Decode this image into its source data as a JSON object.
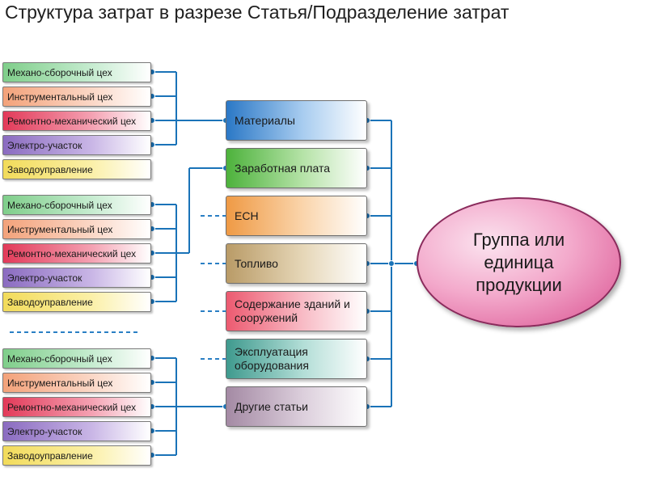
{
  "title": "Структура затрат в разрезе Статья/Подразделение затрат",
  "departments": {
    "mech_assembly": "Механо-сборочный цех",
    "tool_shop": "Инструментальный цех",
    "repair_shop": "Ремонтно-механический цех",
    "electro": "Электро-участок",
    "plant_mgmt": "Заводоуправление"
  },
  "categories": {
    "materials": "Материалы",
    "salary": "Заработная плата",
    "esn": "ЕСН",
    "fuel": "Топливо",
    "buildings": "Содержание зданий и сооружений",
    "equipment": "Эксплуатация оборудования",
    "other": "Другие статьи"
  },
  "target": "Группа или единица продукции",
  "colors": {
    "connector": "#1a73b8",
    "dashed": "#2a7fc4",
    "ellipse_border": "#8a2b5c"
  }
}
